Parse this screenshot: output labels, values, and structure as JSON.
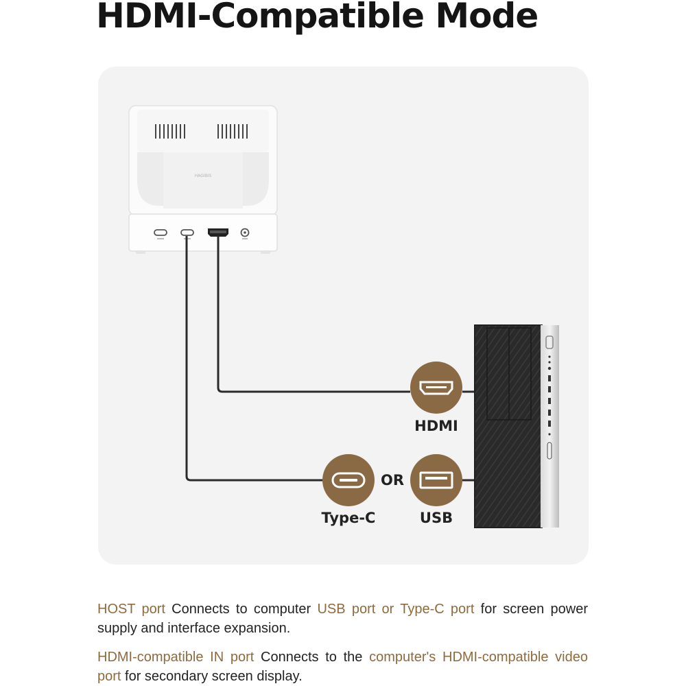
{
  "title": "HDMI-Compatible Mode",
  "colors": {
    "accent": "#8f6a3c",
    "port_circle": "#8a6a45",
    "panel_bg": "#f3f3f3"
  },
  "device": {
    "brand": "HAGIBIS",
    "ports": [
      "usb-c-port",
      "usb-c-port",
      "hdmi-port",
      "power-port"
    ]
  },
  "ports": {
    "hdmi_label": "HDMI",
    "typec_label": "Type-C",
    "usb_label": "USB",
    "or_label": "OR"
  },
  "descriptions": {
    "host": {
      "term": "HOST port",
      "text1": " Connects to computer ",
      "highlight": "USB port or Type-C port",
      "text2": " for screen power supply and interface expansion."
    },
    "hdmi": {
      "term": "HDMI-compatible IN port",
      "text1": " Connects to the ",
      "highlight": "computer's HDMI-compatible video port",
      "text2": " for secondary screen display."
    }
  }
}
